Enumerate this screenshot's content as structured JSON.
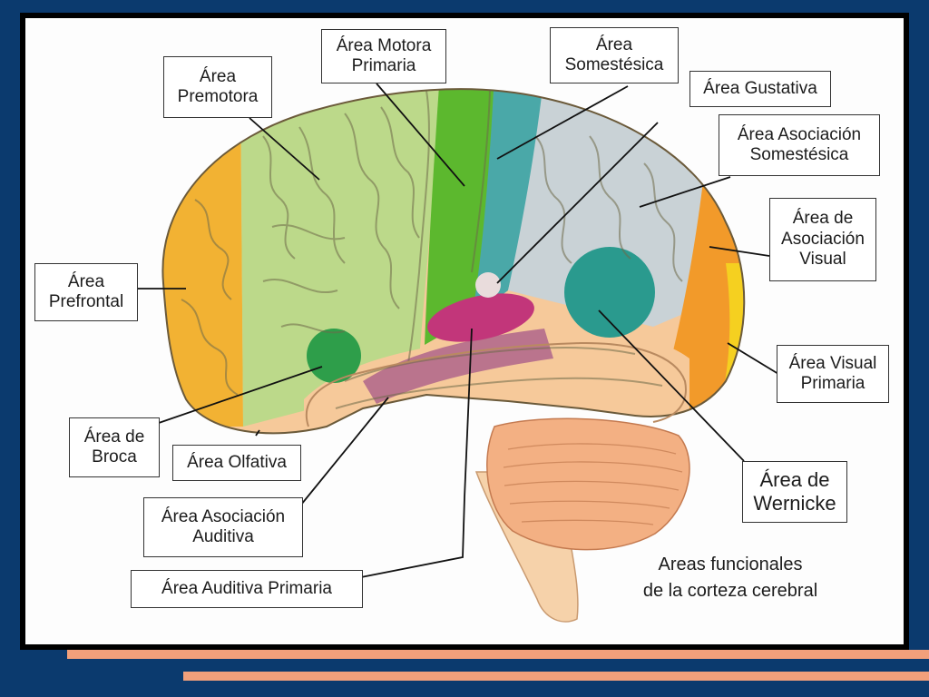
{
  "labels": {
    "motora": [
      "Área Motora",
      "Primaria"
    ],
    "somestesica": [
      "Área",
      "Somestésica"
    ],
    "premotora": [
      "Área",
      "Premotora"
    ],
    "gustativa": [
      "Área Gustativa"
    ],
    "asoc_somestesica": [
      "Área Asociación",
      "Somestésica"
    ],
    "asoc_visual": [
      "Área de",
      "Asociación",
      "Visual"
    ],
    "prefrontal": [
      "Área",
      "Prefrontal"
    ],
    "visual_primaria": [
      "Área Visual",
      "Primaria"
    ],
    "broca": [
      "Área de",
      "Broca"
    ],
    "olfativa": [
      "Área Olfativa"
    ],
    "wernicke": [
      "Área de",
      "Wernicke"
    ],
    "asoc_auditiva": [
      "Área Asociación",
      "Auditiva"
    ],
    "auditiva_primaria": [
      "Área Auditiva Primaria"
    ]
  },
  "caption": [
    "Areas funcionales",
    "de la corteza cerebral"
  ],
  "colors": {
    "background": "#0b3a6e",
    "accent_bars": "#f2a07b",
    "prefrontal": "#f2b233",
    "premotor": "#bcd98a",
    "motor": "#5cb82e",
    "somestesica": "#4aa8a8",
    "asoc_somestesica": "#c9d2d6",
    "asoc_visual": "#f29a2a",
    "visual_primaria": "#f5d020",
    "temporal": "#f6c99a",
    "broca": "#2e9e4a",
    "wernicke": "#2a9a8e",
    "auditiva_primaria": "#c2367a",
    "asoc_auditiva": "#b46a8c",
    "cerebellum": "#f3b083"
  }
}
